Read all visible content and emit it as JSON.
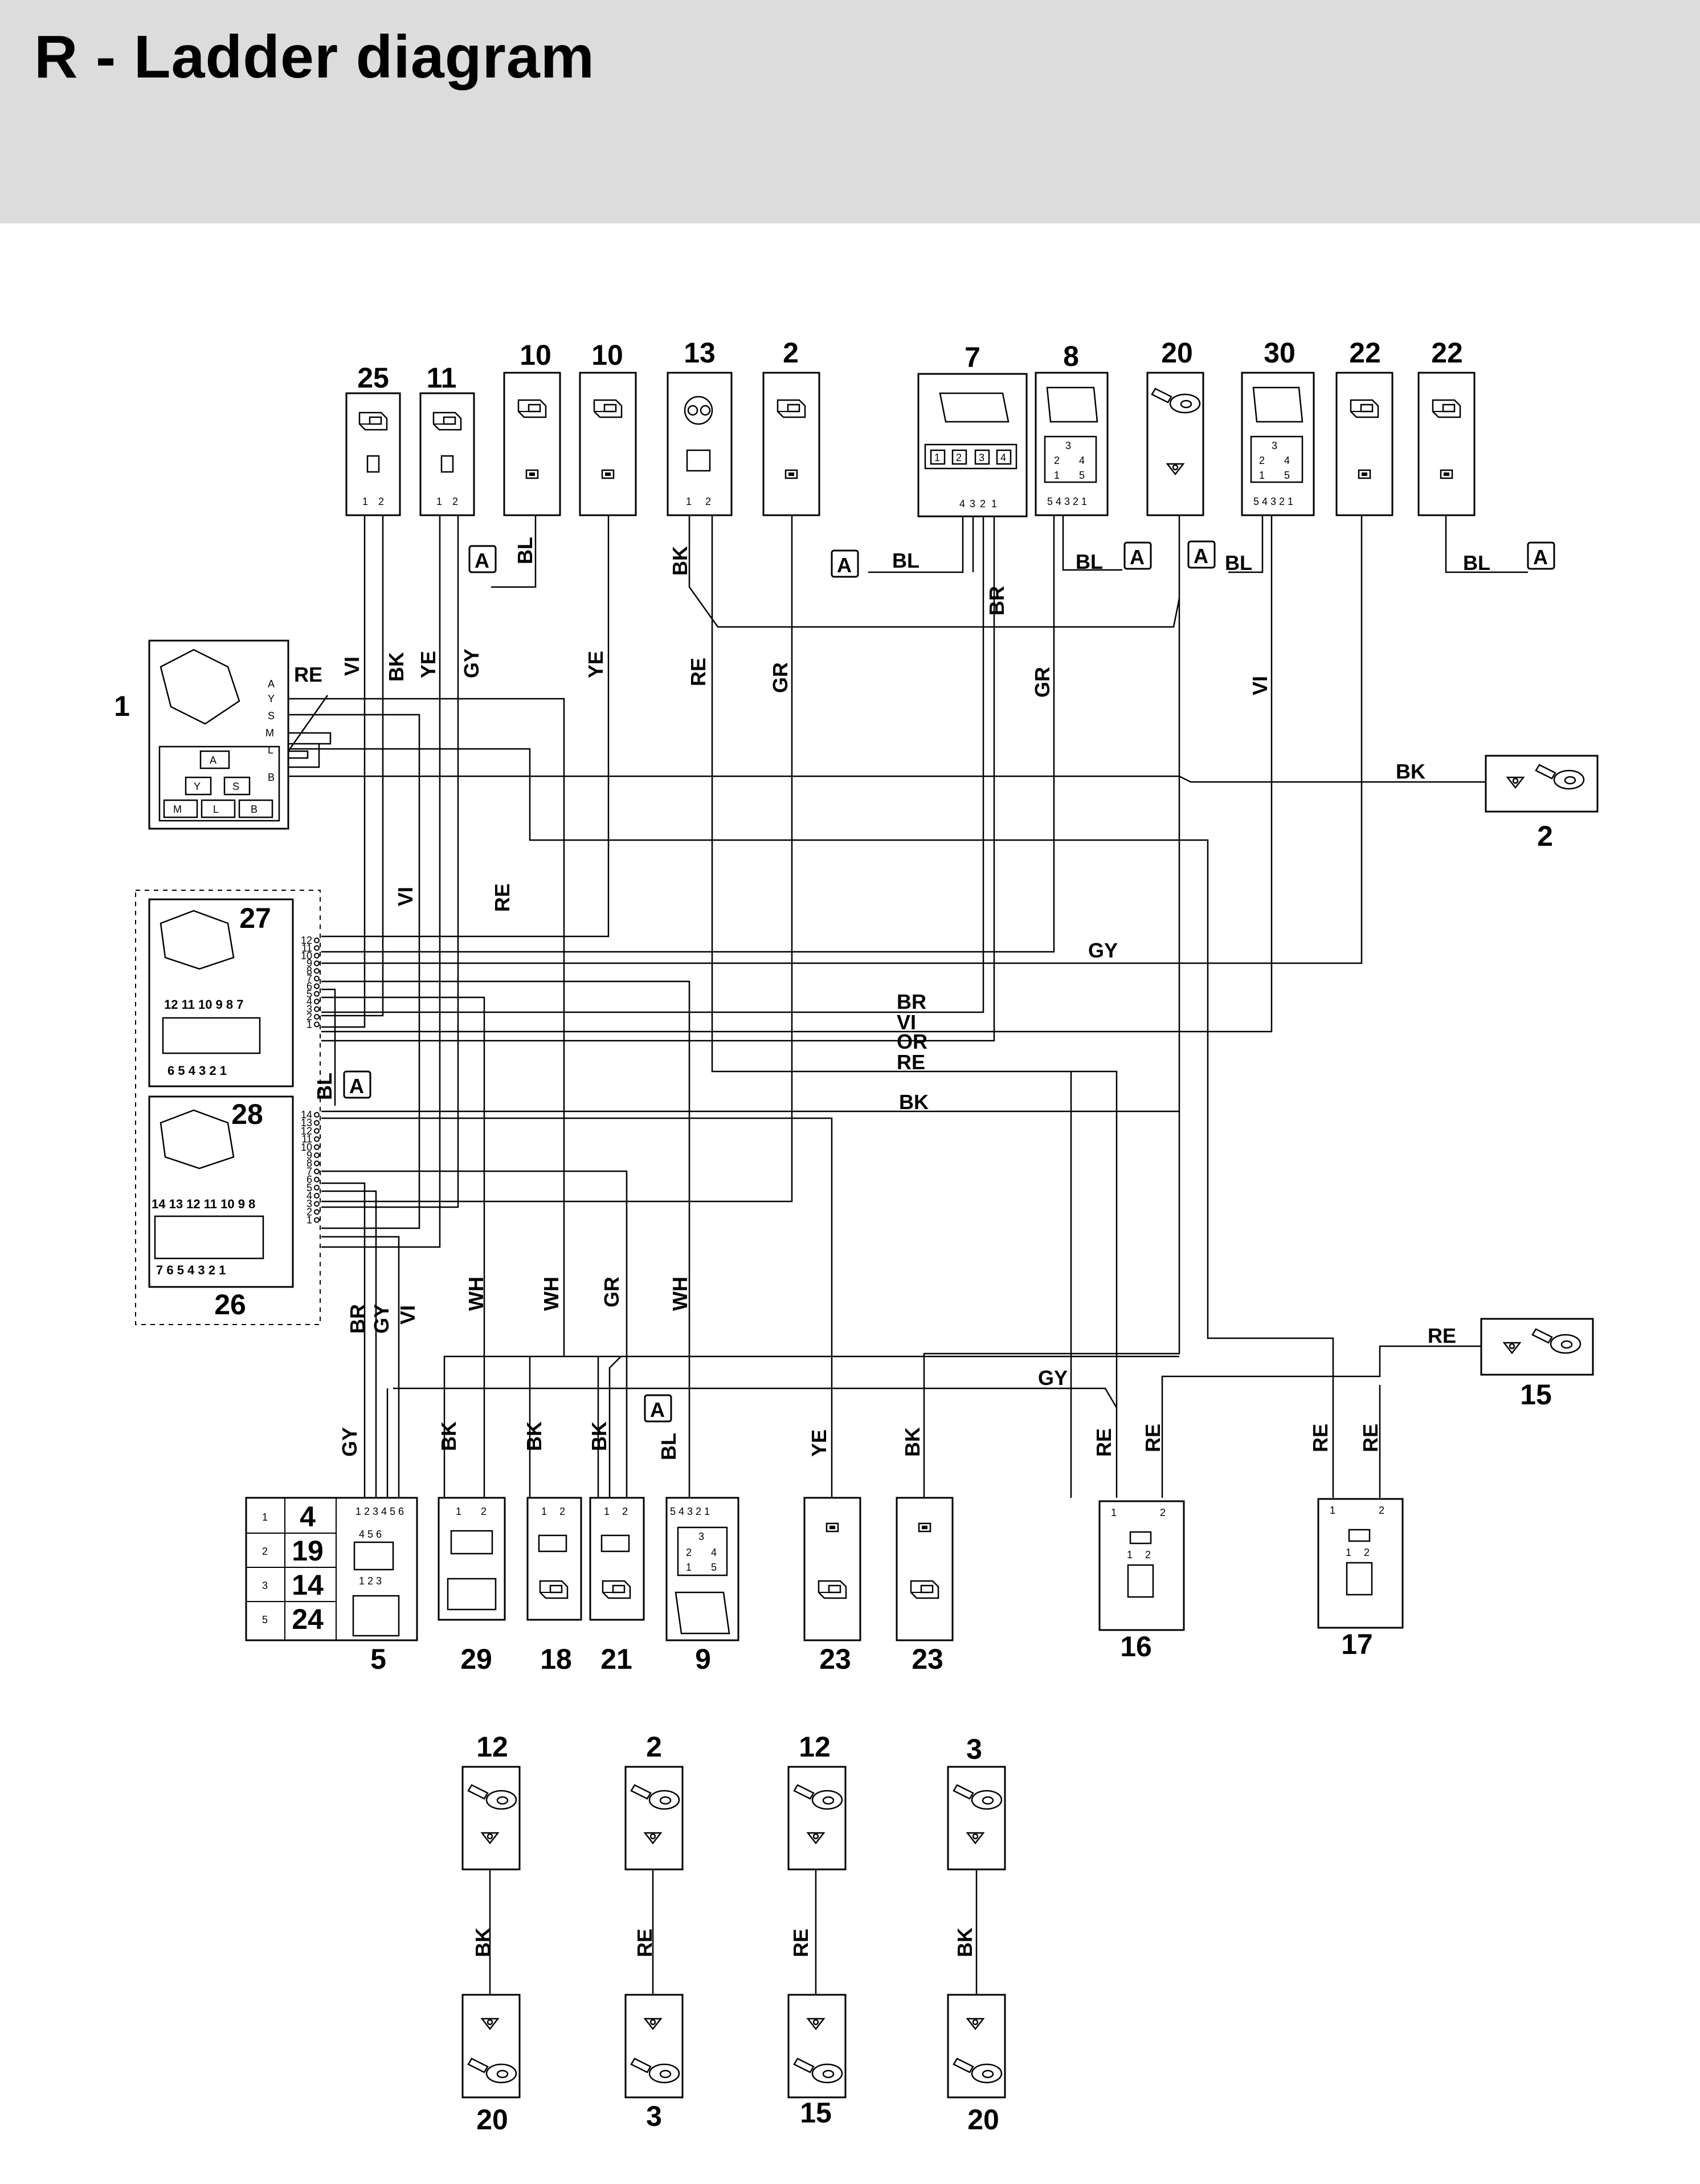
{
  "page": {
    "title": "R - Ladder diagram"
  },
  "components": [
    {
      "id": "c25",
      "label": "25",
      "pins": [
        "1",
        "2"
      ]
    },
    {
      "id": "c11",
      "label": "11",
      "pins": [
        "1",
        "2"
      ]
    },
    {
      "id": "c10a",
      "label": "10"
    },
    {
      "id": "c10b",
      "label": "10"
    },
    {
      "id": "c13",
      "label": "13",
      "pins": [
        "1",
        "2"
      ]
    },
    {
      "id": "c2top",
      "label": "2"
    },
    {
      "id": "c7",
      "label": "7",
      "pins": [
        "1",
        "2",
        "3",
        "4"
      ],
      "bottom_pins": [
        "4",
        "3",
        "2",
        "1"
      ]
    },
    {
      "id": "c8",
      "label": "8",
      "pins": [
        "3",
        "2",
        "4",
        "1",
        "5"
      ],
      "bottom_pins": [
        "5",
        "4",
        "3",
        "2",
        "1"
      ]
    },
    {
      "id": "c20top",
      "label": "20"
    },
    {
      "id": "c30",
      "label": "30",
      "pins": [
        "3",
        "2",
        "4",
        "1",
        "5"
      ],
      "bottom_pins": [
        "5",
        "4",
        "3",
        "2",
        "1"
      ]
    },
    {
      "id": "c22a",
      "label": "22"
    },
    {
      "id": "c22b",
      "label": "22"
    },
    {
      "id": "c1",
      "label": "1",
      "pins": [
        "A",
        "Y",
        "S",
        "M",
        "L",
        "B"
      ]
    },
    {
      "id": "c2right",
      "label": "2"
    },
    {
      "id": "c27",
      "label": "27",
      "pins": [
        "12",
        "11",
        "10",
        "9",
        "8",
        "7",
        "6",
        "5",
        "4",
        "3",
        "2",
        "1"
      ]
    },
    {
      "id": "c28",
      "label": "28",
      "pins": [
        "14",
        "13",
        "12",
        "11",
        "10",
        "9",
        "8",
        "7",
        "6",
        "5",
        "4",
        "3",
        "2",
        "1"
      ]
    },
    {
      "id": "c26",
      "label": "26"
    },
    {
      "id": "c15right",
      "label": "15"
    },
    {
      "id": "c5",
      "label": "5",
      "table": [
        [
          "1",
          "4"
        ],
        [
          "2",
          "19"
        ],
        [
          "3",
          "14"
        ],
        [
          "5",
          "24"
        ]
      ],
      "pins": [
        "1",
        "2",
        "3",
        "4",
        "5",
        "6"
      ],
      "face_top": [
        "4",
        "5",
        "6"
      ],
      "face_bottom": [
        "1",
        "2",
        "3"
      ]
    },
    {
      "id": "c29",
      "label": "29",
      "pins": [
        "1",
        "2"
      ]
    },
    {
      "id": "c18",
      "label": "18",
      "pins": [
        "1",
        "2"
      ]
    },
    {
      "id": "c21",
      "label": "21",
      "pins": [
        "1",
        "2"
      ]
    },
    {
      "id": "c9",
      "label": "9",
      "pins": [
        "5",
        "4",
        "3",
        "2",
        "1"
      ],
      "face": [
        "3",
        "2",
        "4",
        "1",
        "5"
      ]
    },
    {
      "id": "c23a",
      "label": "23"
    },
    {
      "id": "c23b",
      "label": "23"
    },
    {
      "id": "c16",
      "label": "16",
      "pins": [
        "1",
        "2"
      ]
    },
    {
      "id": "c17",
      "label": "17",
      "pins": [
        "1",
        "2"
      ]
    }
  ],
  "connector_27_face": {
    "top": [
      "12",
      "11",
      "10",
      "9",
      "8",
      "7"
    ],
    "bottom": [
      "6",
      "5",
      "4",
      "3",
      "2",
      "1"
    ]
  },
  "connector_28_face": {
    "top": [
      "14",
      "13",
      "12",
      "11",
      "10",
      "9",
      "8"
    ],
    "bottom": [
      "7",
      "6",
      "5",
      "4",
      "3",
      "2",
      "1"
    ]
  },
  "ground_pairs": [
    {
      "top": "12",
      "bottom": "20",
      "wire": "BK"
    },
    {
      "top": "2",
      "bottom": "3",
      "wire": "RE"
    },
    {
      "top": "12",
      "bottom": "15",
      "wire": "RE"
    },
    {
      "top": "3",
      "bottom": "20",
      "wire": "BK"
    }
  ],
  "splice_marker": "A",
  "wire_labels": {
    "re_1": "RE",
    "vi_25": "VI",
    "bk_25": "BK",
    "ye_11": "YE",
    "gy_11": "GY",
    "bl_10": "BL",
    "ye_10": "YE",
    "bk_13": "BK",
    "re_13": "RE",
    "gr_2": "GR",
    "bl_7": "BL",
    "br_7": "BR",
    "gr_8": "GR",
    "bl_8": "BL",
    "bl_30": "BL",
    "vi_30": "VI",
    "bl_22": "BL",
    "bk_2r": "BK",
    "vi_mid": "VI",
    "re_mid": "RE",
    "gy_27": "GY",
    "br_27": "BR",
    "vi_27": "VI",
    "or_27": "OR",
    "re_27": "RE",
    "bl_27": "BL",
    "bk_28": "BK",
    "br_26": "BR",
    "gy_26": "GY",
    "vi_26": "VI",
    "wh_a": "WH",
    "wh_b": "WH",
    "gr_c": "GR",
    "wh_d": "WH",
    "re_15": "RE",
    "gy_bus": "GY",
    "gy_5": "GY",
    "bk_29": "BK",
    "bk_18": "BK",
    "bk_21": "BK",
    "bl_9": "BL",
    "ye_23": "YE",
    "bk_23": "BK",
    "re_16a": "RE",
    "re_16b": "RE",
    "re_17a": "RE",
    "re_17b": "RE"
  }
}
